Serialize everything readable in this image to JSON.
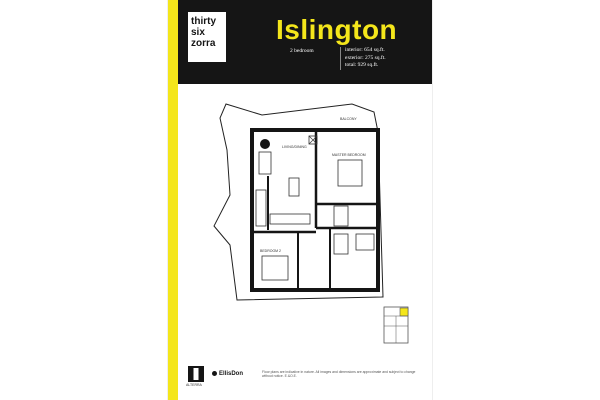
{
  "brand": {
    "logo_lines": [
      "thirty",
      "six",
      "zorra"
    ],
    "accent_color": "#f4e61b",
    "dark_color": "#151515"
  },
  "suite": {
    "name": "Islington",
    "bedrooms": "2 bedroom",
    "interior": "interior: 654 sq.ft.",
    "exterior": "exterior: 275 sq.ft.",
    "total": "total: 929 sq.ft."
  },
  "plan_labels": {
    "balcony": "BALCONY",
    "living_dining": "LIVING/DINING",
    "master_bedroom": "MASTER BEDROOM",
    "bedroom2": "BEDROOM 2"
  },
  "footer": {
    "developer": "ALTERRA",
    "builder": "EllisDon",
    "disclaimer": "Floor plans are indicative in nature. All images and dimensions are approximate and subject to change without notice. E.&O.E."
  }
}
